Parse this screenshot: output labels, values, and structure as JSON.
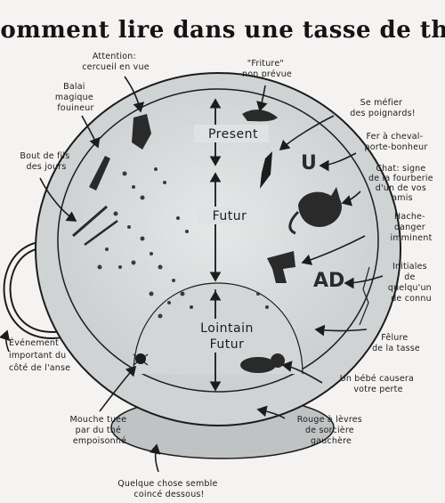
{
  "title": "Comment lire dans une tasse de thé",
  "zones": {
    "present": "Present",
    "futur": "Futur",
    "lointain_line1": "Lointain",
    "lointain_line2": "Futur"
  },
  "labels": {
    "attention": [
      "Attention:",
      "cercueil en vue"
    ],
    "friture": [
      "\"Friture\"",
      "non prévue"
    ],
    "balai": [
      "Balai",
      "magique",
      "fouineur"
    ],
    "poignards": [
      "Se méfier",
      "des poignards!"
    ],
    "fer": [
      "Fer à cheval-",
      "porte-bonheur"
    ],
    "fils": [
      "Bout de fils",
      "des jours"
    ],
    "chat": [
      "Chat: signe",
      "de la fourberie",
      "d'un de vos",
      "amis"
    ],
    "hache": [
      "Hache-",
      "danger",
      "imminent"
    ],
    "initiales": [
      "Initiales",
      "de",
      "quelqu'un",
      "de connu"
    ],
    "anse": [
      "Événement",
      "important du",
      "côté de l'anse"
    ],
    "felure": [
      "Fêlure",
      "de la tasse"
    ],
    "bebe": [
      "Un bébé causera",
      "votre perte"
    ],
    "mouche": [
      "Mouche tuée",
      "par du thé",
      "empoisonné"
    ],
    "rouge": [
      "Rouge à lèvres",
      "de sorcière",
      "gauchère"
    ],
    "dessous": [
      "Quelque chose semble",
      "coincé dessous!"
    ]
  },
  "symbols": {
    "horseshoe": "U",
    "initials": "AD"
  },
  "colors": {
    "background": "#f4f3f1",
    "cup_fill": "#d9dcdc",
    "ink": "#1c1c1c"
  }
}
